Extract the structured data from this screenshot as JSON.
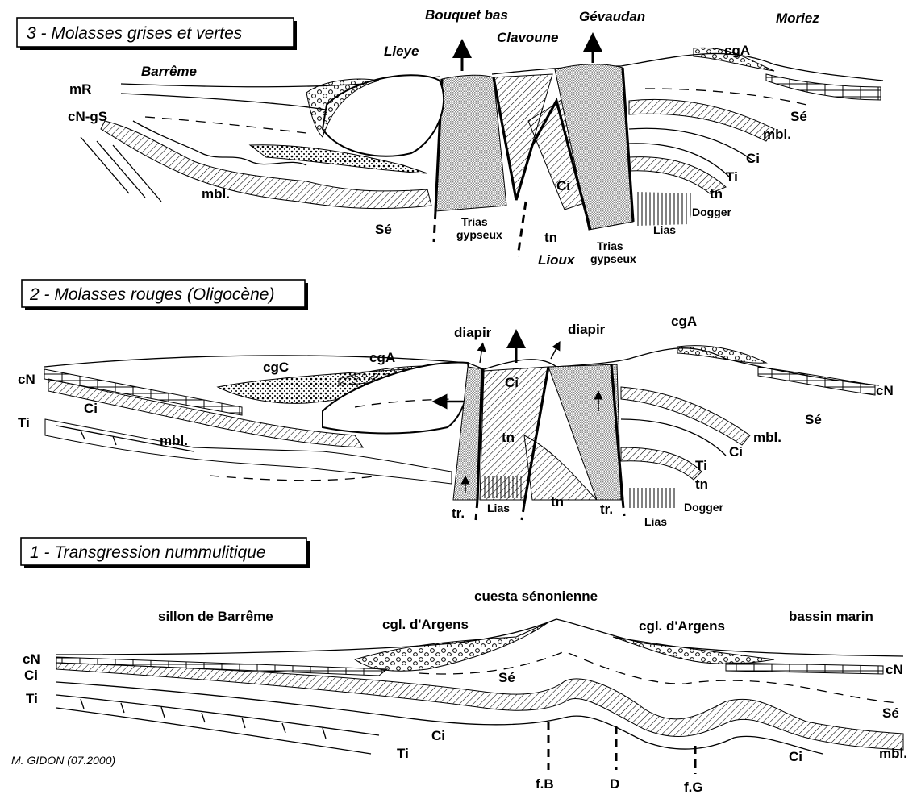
{
  "author": "M. GIDON  (07.2000)",
  "panels": {
    "p3": {
      "title": "3 - Molasses grises et vertes",
      "places": {
        "barreme": "Barrême",
        "lieye": "Lieye",
        "bouquet": "Bouquet bas",
        "clavoune": "Clavoune",
        "gevaudan": "Gévaudan",
        "moriez": "Moriez",
        "lioux": "Lioux"
      },
      "labels": {
        "mR": "mR",
        "cNgS": "cN-gS",
        "mbl_left": "mbl.",
        "se_left": "Sé",
        "trias1a": "Trias",
        "trias1b": "gypseux",
        "tn_mid": "tn",
        "ci_mid": "Ci",
        "trias2a": "Trias",
        "trias2b": "gypseux",
        "lias": "Lias",
        "dogger": "Dogger",
        "tn_right": "tn",
        "ti_right": "Ti",
        "ci_right": "Ci",
        "mbl_right": "mbl.",
        "se_right": "Sé",
        "cgA": "cgA"
      }
    },
    "p2": {
      "title": "2 - Molasses rouges  (Oligocène)",
      "labels": {
        "cN_left": "cN",
        "ti_left": "Ti",
        "ci_left": "Ci",
        "mbl_left": "mbl.",
        "cgC": "cgC",
        "cgA_left": "cgA",
        "diapir1": "diapir",
        "diapir2": "diapir",
        "ci_mid": "Ci",
        "tn_mid": "tn",
        "tr1": "tr.",
        "lias1": "Lias",
        "tn_bottom": "tn",
        "tr2": "tr.",
        "dogger": "Dogger",
        "lias2": "Lias",
        "tn_right": "tn",
        "ti_right": "Ti",
        "ci_right": "Ci",
        "mbl_right": "mbl.",
        "se_right": "Sé",
        "cN_right": "cN",
        "cgA_right": "cgA"
      }
    },
    "p1": {
      "title": "1 - Transgression nummulitique",
      "labels": {
        "sillon": "sillon de Barrême",
        "cuesta": "cuesta sénonienne",
        "cgl_left": "cgl. d'Argens",
        "cgl_right": "cgl. d'Argens",
        "bassin": "bassin marin",
        "cN_left": "cN",
        "ci_left": "Ci",
        "ti_left": "Ti",
        "se_mid": "Sé",
        "ci_low": "Ci",
        "ti_low": "Ti",
        "cN_right": "cN",
        "se_right": "Sé",
        "ci_right": "Ci",
        "mbl_right": "mbl.",
        "fB": "f.B",
        "D": "D",
        "fG": "f.G"
      }
    }
  }
}
